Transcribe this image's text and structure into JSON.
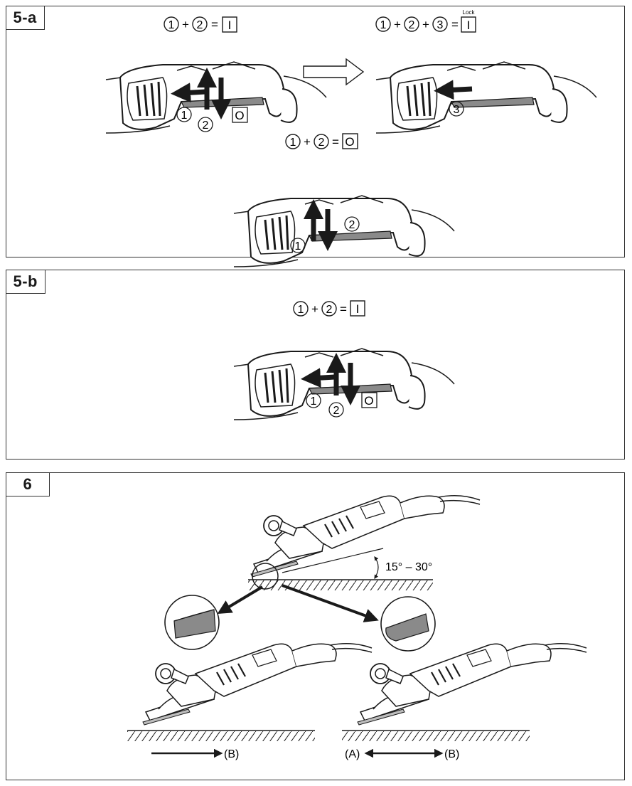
{
  "panels": {
    "p5a": {
      "tag": "5-a",
      "eq_on": {
        "a": "1",
        "b": "2",
        "result": "I"
      },
      "eq_lock": {
        "a": "1",
        "b": "2",
        "c": "3",
        "result": "I",
        "lock_label": "Lock"
      },
      "eq_off": {
        "a": "1",
        "b": "2",
        "result": "O"
      },
      "callout1_step1": "1",
      "callout1_step2": "2",
      "callout1_off": "O",
      "callout2_step3": "3",
      "callout3_step1": "1",
      "callout3_step2": "2"
    },
    "p5b": {
      "tag": "5-b",
      "eq_on": {
        "a": "1",
        "b": "2",
        "result": "I"
      },
      "step1": "1",
      "step2": "2",
      "off": "O"
    },
    "p6": {
      "tag": "6",
      "angle_label": "15° – 30°",
      "left_label_b": "(B)",
      "right_label_a": "(A)",
      "right_label_b": "(B)"
    }
  },
  "colors": {
    "ink": "#1a1a1a",
    "fill_gray": "#8a8a8a",
    "light_gray": "#bdbdbd"
  }
}
